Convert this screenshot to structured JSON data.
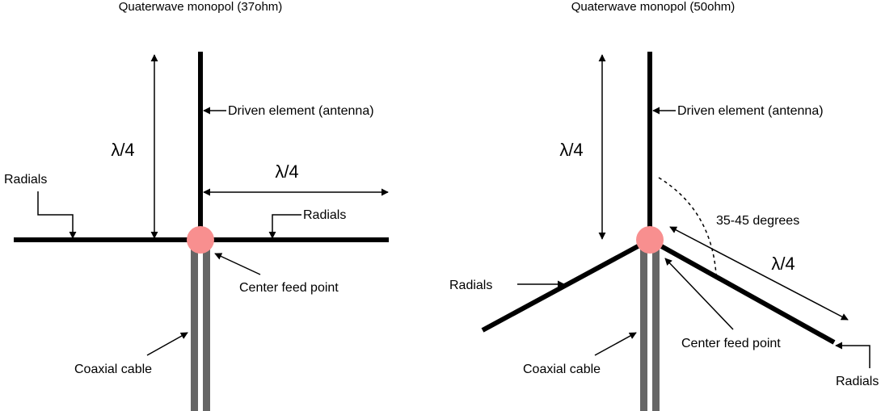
{
  "diagrams": [
    {
      "title": "Quaterwave monopol (37ohm)",
      "driven_element": "Driven element (antenna)",
      "lambda_vertical": "λ/4",
      "lambda_horizontal": "λ/4",
      "radials_left": "Radials",
      "radials_right": "Radials",
      "center_feed": "Center feed point",
      "coax": "Coaxial cable"
    },
    {
      "title": "Quaterwave monopol (50ohm)",
      "driven_element": "Driven element (antenna)",
      "lambda_vertical": "λ/4",
      "lambda_slant": "λ/4",
      "angle": "35-45 degrees",
      "radials_left": "Radials",
      "radials_right": "Radials",
      "center_feed": "Center feed point",
      "coax": "Coaxial cable"
    }
  ],
  "colors": {
    "element": "#000000",
    "feed_point": "#f88f8f",
    "coax": "#666666"
  }
}
